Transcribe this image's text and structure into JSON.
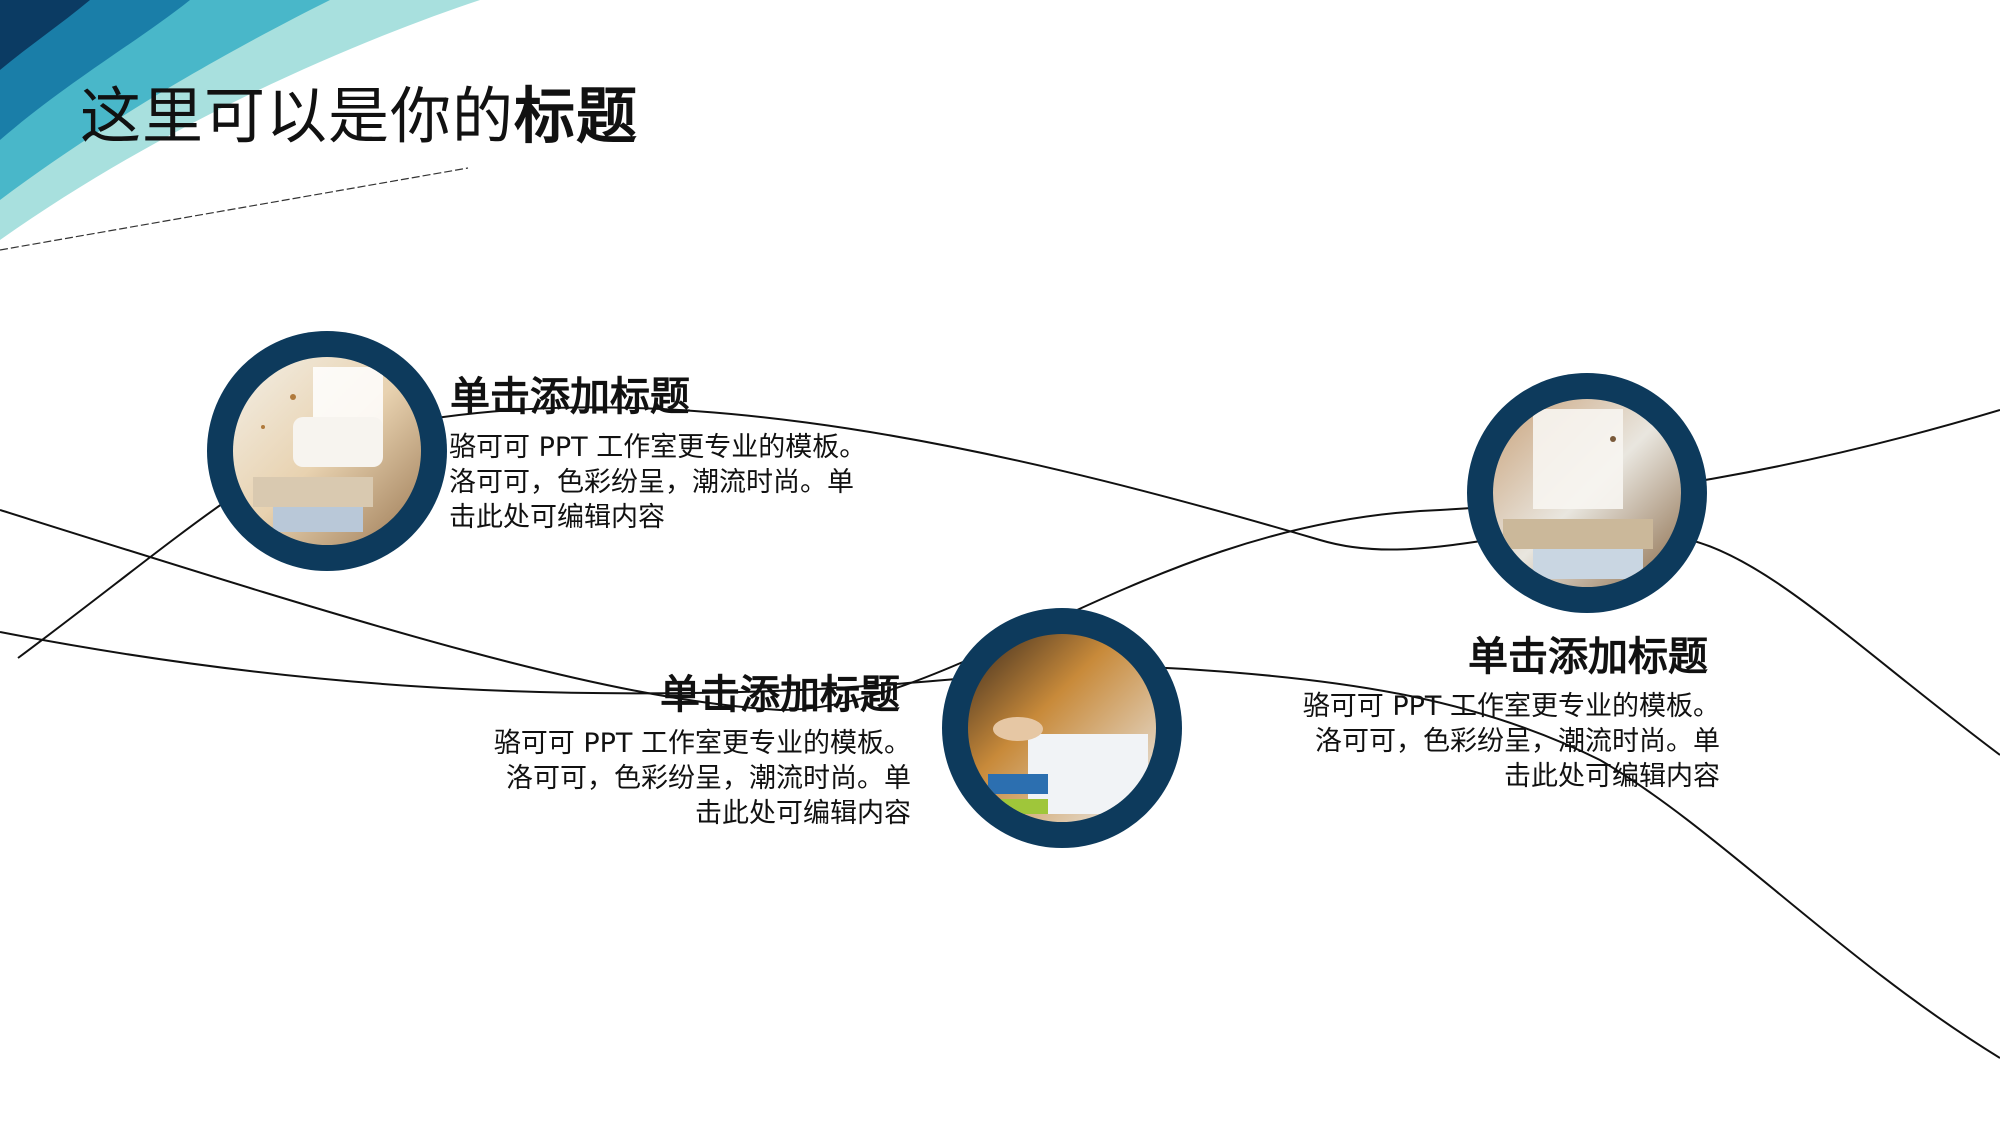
{
  "title": {
    "light": "这里可以是你的",
    "bold": "标题"
  },
  "items": [
    {
      "heading": "单击添加标题",
      "lines": [
        "骆可可 PPT 工作室更专业的模板。",
        "洛可可，色彩纷呈，潮流时尚。单",
        "击此处可编辑内容"
      ]
    },
    {
      "heading": "单击添加标题",
      "lines": [
        "骆可可 PPT 工作室更专业的模板。",
        "洛可可，色彩纷呈，潮流时尚。单",
        "击此处可编辑内容"
      ]
    },
    {
      "heading": "单击添加标题",
      "lines": [
        "骆可可 PPT 工作室更专业的模板。",
        "洛可可，色彩纷呈，潮流时尚。单",
        "击此处可编辑内容"
      ]
    }
  ],
  "colors": {
    "ring": "#0d3a5c",
    "accent_dark": "#0b3b63",
    "accent_mid": "#1e8fb0",
    "accent_light": "#7fd0d2"
  }
}
